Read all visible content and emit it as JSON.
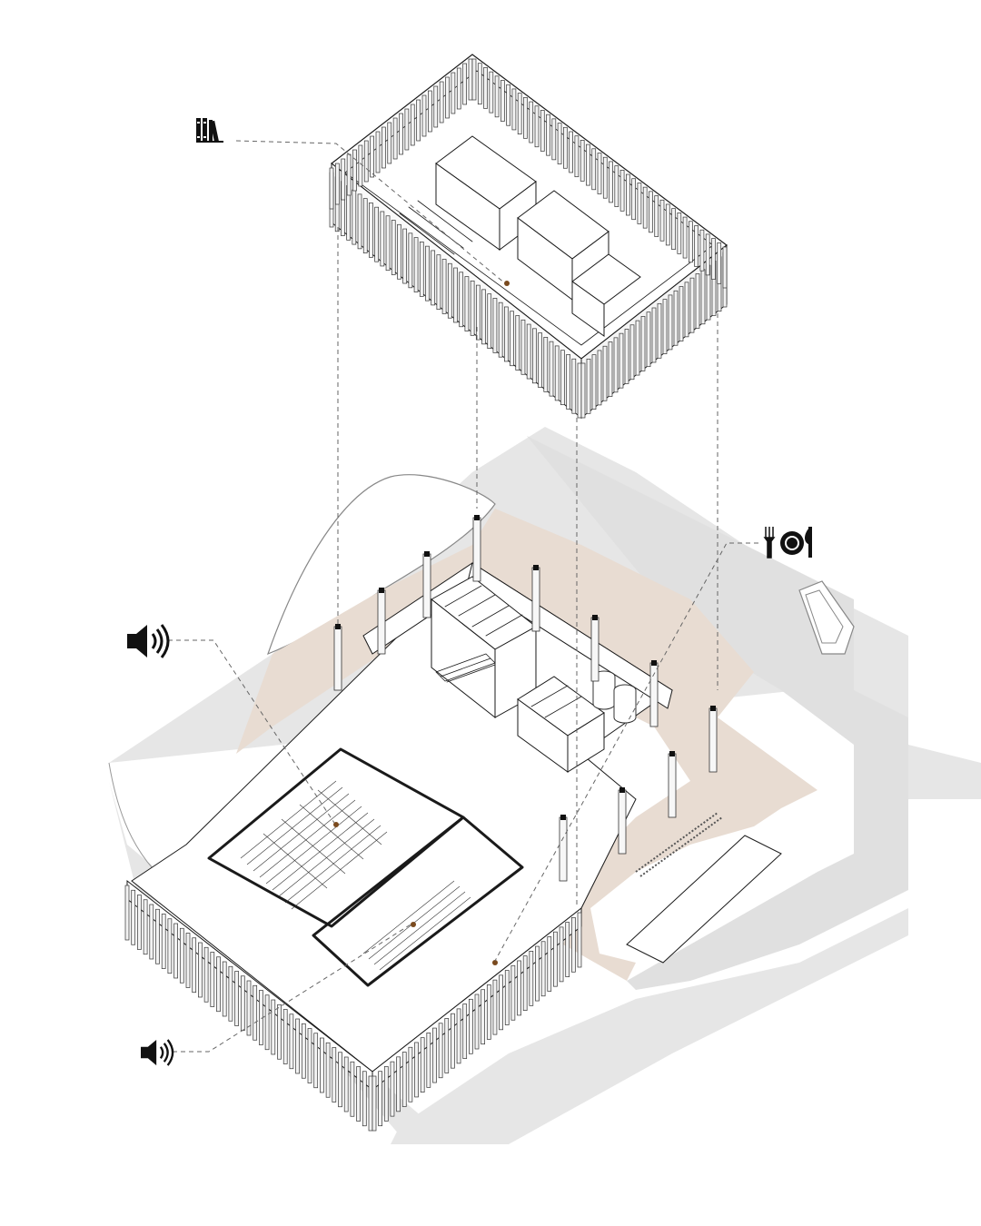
{
  "diagram": {
    "views": [
      "upper-floor-axonometric",
      "ground-floor-axonometric"
    ],
    "zones": [
      {
        "id": "library",
        "icon": "library-icon"
      },
      {
        "id": "restaurant",
        "icon": "cutlery-plate-icon"
      },
      {
        "id": "auditorium-large",
        "icon": "speaker-icon"
      },
      {
        "id": "auditorium-small",
        "icon": "speaker-icon"
      }
    ],
    "colors": {
      "site_ground": "#e6e6e6",
      "plaza": "#e8dcd2",
      "marker": "#7a4a1e",
      "line": "#1a1a1a"
    }
  }
}
